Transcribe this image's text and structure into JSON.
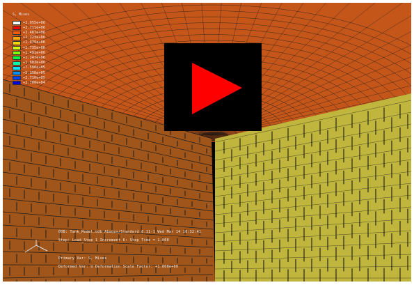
{
  "video": {
    "play_label": "Play"
  },
  "colors": {
    "dome": "#c4561a",
    "left_face": "#a0561b",
    "right_face": "#c1b63d",
    "mesh_line": "#1a1a1a",
    "play_bg": "#000000",
    "play_triangle": "#ff0000"
  },
  "legend": {
    "title": "S, Mises",
    "entries": [
      {
        "label": "+2.955e+06",
        "color": "#ffffff"
      },
      {
        "label": "+2.711e+06",
        "color": "#ff0000"
      },
      {
        "label": "+2.467e+06",
        "color": "#ff5a00"
      },
      {
        "label": "+2.223e+06",
        "color": "#ffa500"
      },
      {
        "label": "+1.979e+06",
        "color": "#ffd700"
      },
      {
        "label": "+1.735e+06",
        "color": "#d4ff00"
      },
      {
        "label": "+1.491e+06",
        "color": "#7fff00"
      },
      {
        "label": "+1.247e+06",
        "color": "#00ff3c"
      },
      {
        "label": "+1.003e+06",
        "color": "#00ffa8"
      },
      {
        "label": "+7.590e+05",
        "color": "#00e0ff"
      },
      {
        "label": "+5.150e+05",
        "color": "#0090ff"
      },
      {
        "label": "+2.710e+05",
        "color": "#0040ff"
      },
      {
        "label": "+2.700e+04",
        "color": "#0000e0"
      }
    ]
  },
  "info": {
    "lines": [
      "ODB: Tank_Model.odb   Abaqus/Standard 6.11-1   Wed Mar 14 10:32:41",
      "Step: Load_Step_1   Increment 6: Step Time = 1.000",
      "Primary Var: S, Mises",
      "Deformed Var: U   Deformation Scale Factor: +1.000e+00"
    ]
  }
}
